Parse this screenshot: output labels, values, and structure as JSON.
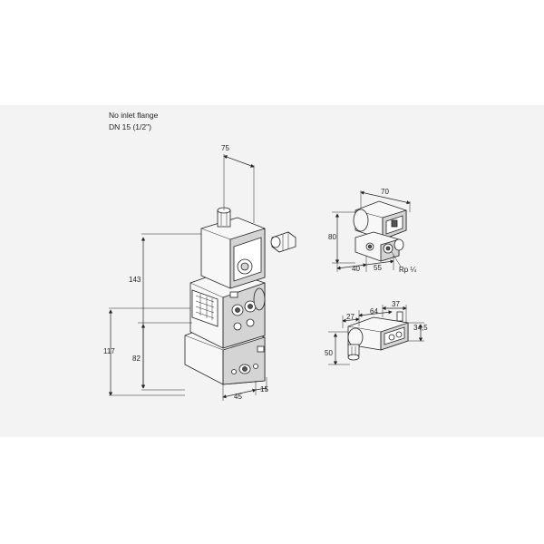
{
  "notes": {
    "line1": "No inlet flange",
    "line2": "DN 15 (1/2\")"
  },
  "dimensions": {
    "d75": "75",
    "d143": "143",
    "d117": "117",
    "d82": "82",
    "d45": "45",
    "d15": "15",
    "d70": "70",
    "d80": "80",
    "d40": "40",
    "d55": "55",
    "rp": "Rp ¼",
    "d37": "37",
    "d64": "64",
    "d27": "27",
    "d34_5": "34,5",
    "d50": "50"
  }
}
